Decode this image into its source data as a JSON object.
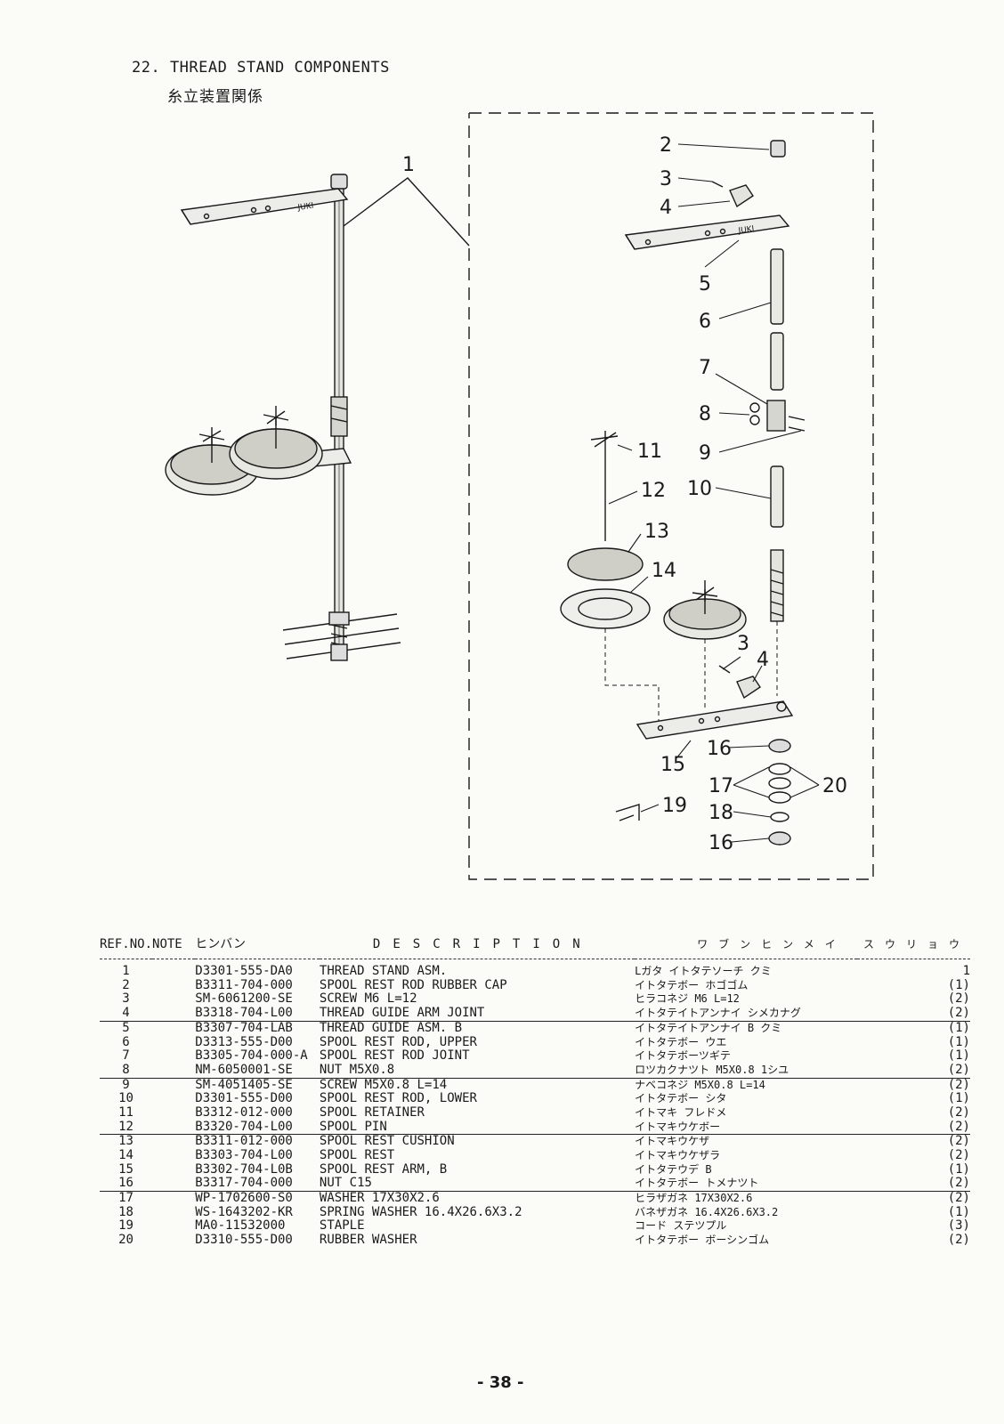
{
  "header": {
    "title": "22. THREAD STAND COMPONENTS",
    "title_jp": "糸立装置関係"
  },
  "diagram": {
    "callouts": [
      "1",
      "2",
      "3",
      "4",
      "5",
      "6",
      "7",
      "8",
      "9",
      "10",
      "11",
      "12",
      "13",
      "14",
      "15",
      "16",
      "17",
      "18",
      "19",
      "20",
      "3",
      "4",
      "16"
    ],
    "brand_label": "JUKI"
  },
  "table": {
    "headers": {
      "ref_no": "REF.NO.",
      "note": "NOTE",
      "part_no": "ヒンバン",
      "description": "DESCRIPTION",
      "name_jp_qty": "ワブンヒンメイ スウリョウ"
    },
    "rows": [
      {
        "ref": "1",
        "part": "D3301-555-DA0",
        "desc": "THREAD STAND ASM.",
        "jp": "Lガタ イトタテソーチ クミ",
        "qty": "1"
      },
      {
        "ref": "2",
        "part": "B3311-704-000",
        "desc": "SPOOL REST ROD RUBBER CAP",
        "jp": "イトタテボー ホゴゴム",
        "qty": "(1)"
      },
      {
        "ref": "3",
        "part": "SM-6061200-SE",
        "desc": "SCREW M6 L=12",
        "jp": "ヒラコネジ M6 L=12",
        "qty": "(2)"
      },
      {
        "ref": "4",
        "part": "B3318-704-L00",
        "desc": "THREAD GUIDE ARM JOINT",
        "jp": "イトタテイトアンナイ シメカナグ",
        "qty": "(2)"
      },
      {
        "ref": "5",
        "part": "B3307-704-LAB",
        "desc": "THREAD GUIDE ASM. B",
        "jp": "イトタテイトアンナイ B クミ",
        "qty": "(1)"
      },
      {
        "ref": "6",
        "part": "D3313-555-D00",
        "desc": "SPOOL REST ROD, UPPER",
        "jp": "イトタテボー ウエ",
        "qty": "(1)"
      },
      {
        "ref": "7",
        "part": "B3305-704-000-A",
        "desc": "SPOOL REST ROD JOINT",
        "jp": "イトタテボーツギテ",
        "qty": "(1)"
      },
      {
        "ref": "8",
        "part": "NM-6050001-SE",
        "desc": "NUT M5X0.8",
        "jp": "ロツカクナツト M5X0.8 1シユ",
        "qty": "(2)"
      },
      {
        "ref": "9",
        "part": "SM-4051405-SE",
        "desc": "SCREW M5X0.8 L=14",
        "jp": "ナベコネジ M5X0.8 L=14",
        "qty": "(2)"
      },
      {
        "ref": "10",
        "part": "D3301-555-D00",
        "desc": "SPOOL REST ROD, LOWER",
        "jp": "イトタテボー シタ",
        "qty": "(1)"
      },
      {
        "ref": "11",
        "part": "B3312-012-000",
        "desc": "SPOOL RETAINER",
        "jp": "イトマキ フレドメ",
        "qty": "(2)"
      },
      {
        "ref": "12",
        "part": "B3320-704-L00",
        "desc": "SPOOL PIN",
        "jp": "イトマキウケボー",
        "qty": "(2)"
      },
      {
        "ref": "13",
        "part": "B3311-012-000",
        "desc": "SPOOL REST CUSHION",
        "jp": "イトマキウケザ",
        "qty": "(2)"
      },
      {
        "ref": "14",
        "part": "B3303-704-L00",
        "desc": "SPOOL REST",
        "jp": "イトマキウケザラ",
        "qty": "(2)"
      },
      {
        "ref": "15",
        "part": "B3302-704-L0B",
        "desc": "SPOOL REST ARM, B",
        "jp": "イトタテウデ B",
        "qty": "(1)"
      },
      {
        "ref": "16",
        "part": "B3317-704-000",
        "desc": "NUT C15",
        "jp": "イトタテボー トメナツト",
        "qty": "(2)"
      },
      {
        "ref": "17",
        "part": "WP-1702600-S0",
        "desc": "WASHER 17X30X2.6",
        "jp": "ヒラザガネ 17X30X2.6",
        "qty": "(2)"
      },
      {
        "ref": "18",
        "part": "WS-1643202-KR",
        "desc": "SPRING WASHER 16.4X26.6X3.2",
        "jp": "バネザガネ 16.4X26.6X3.2",
        "qty": "(1)"
      },
      {
        "ref": "19",
        "part": "MA0-11532000",
        "desc": "STAPLE",
        "jp": "コード ステツプル",
        "qty": "(3)"
      },
      {
        "ref": "20",
        "part": "D3310-555-D00",
        "desc": "RUBBER WASHER",
        "jp": "イトタテボー ボーシンゴム",
        "qty": "(2)"
      }
    ]
  },
  "footer": {
    "page_number": "- 38 -"
  }
}
